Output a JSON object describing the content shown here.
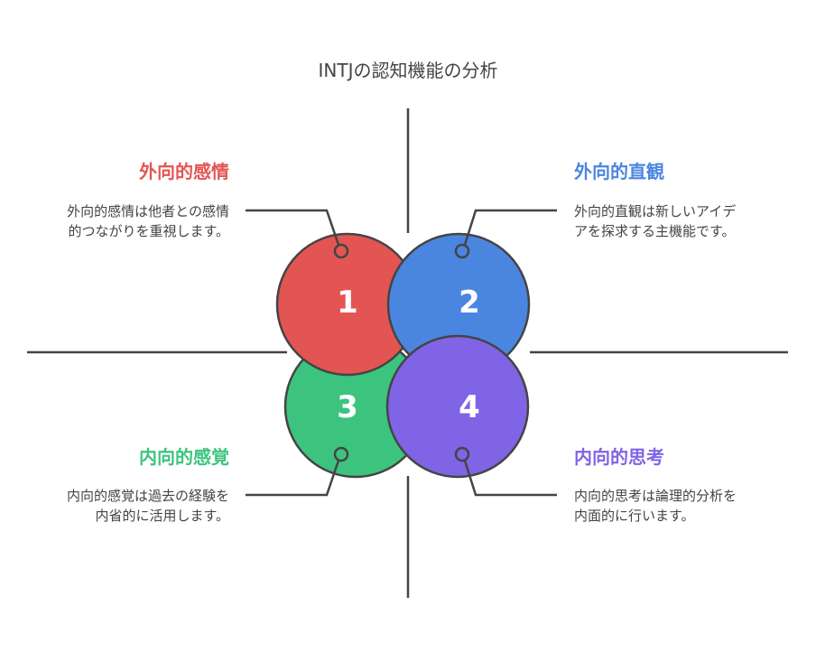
{
  "title": "INTJの認知機能の分析",
  "colors": {
    "red": "#e35553",
    "blue": "#4a86e0",
    "green": "#3cc47f",
    "purple": "#7f64e6",
    "line": "#444444"
  },
  "items": [
    {
      "number": "1",
      "heading": "外向的感情",
      "text": "外向的感情は他者との感情的つながりを重視します。"
    },
    {
      "number": "2",
      "heading": "外向的直観",
      "text": "外向的直観は新しいアイデアを探求する主機能です。"
    },
    {
      "number": "3",
      "heading": "内向的感覚",
      "text": "内向的感覚は過去の経験を内省的に活用します。"
    },
    {
      "number": "4",
      "heading": "内向的思考",
      "text": "内向的思考は論理的分析を内面的に行います。"
    }
  ]
}
